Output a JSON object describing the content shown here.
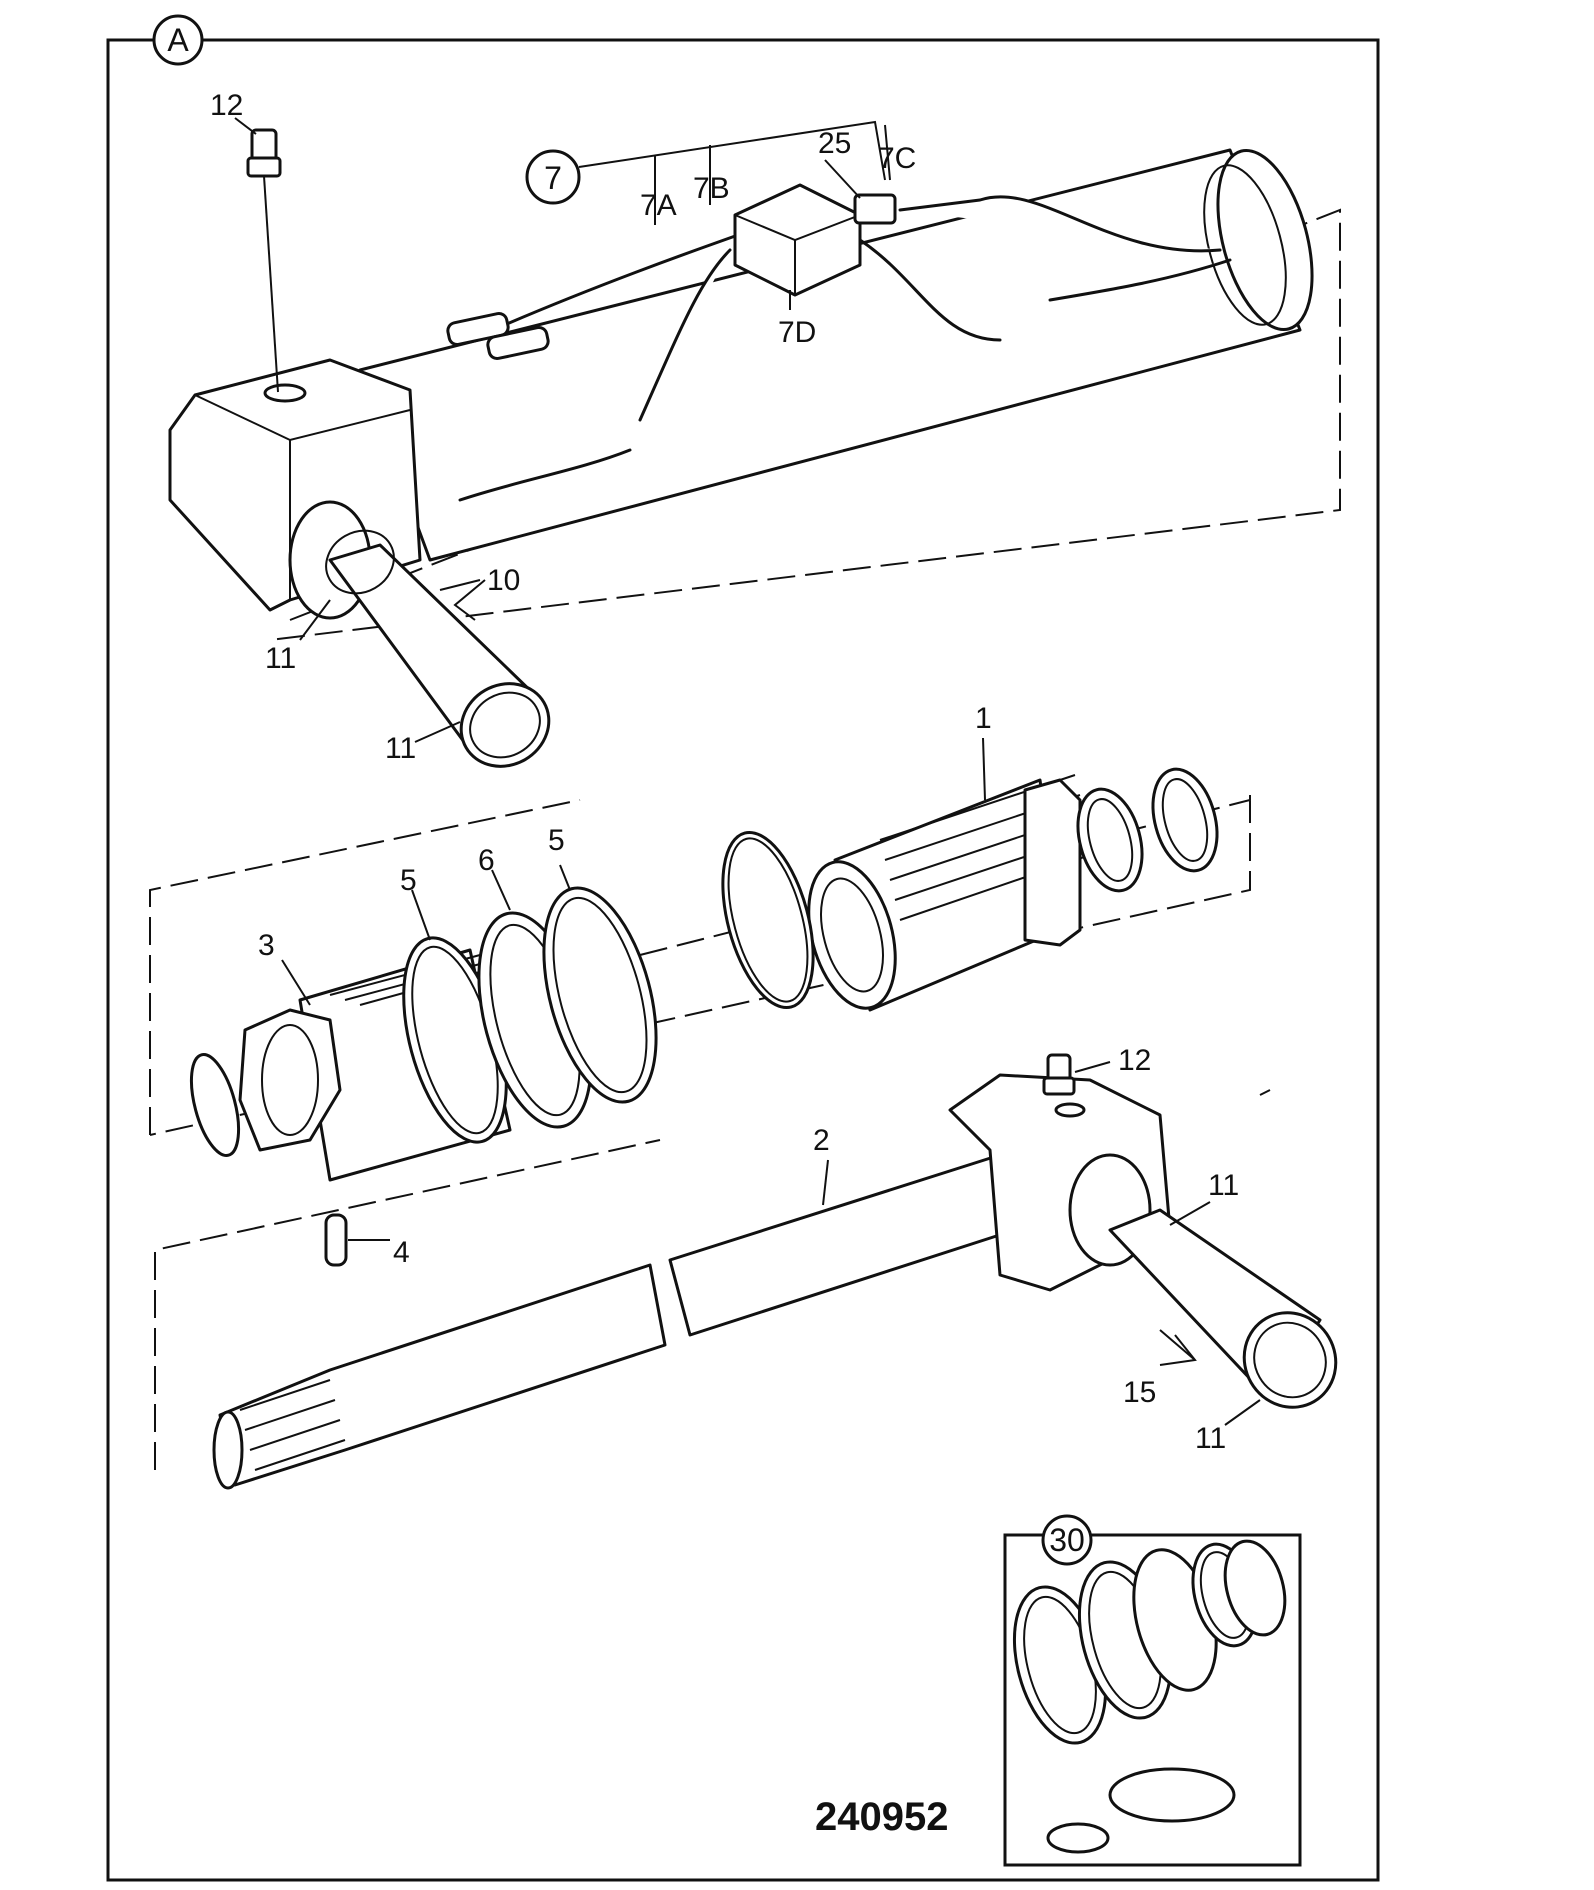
{
  "figure_number": "240952",
  "view_label": "A",
  "callouts": {
    "c1": "1",
    "c2": "2",
    "c3": "3",
    "c4": "4",
    "c5a": "5",
    "c5b": "5",
    "c6": "6",
    "c7": "7",
    "c7A": "7A",
    "c7B": "7B",
    "c7C": "7C",
    "c7D": "7D",
    "c10": "10",
    "c11a": "11",
    "c11b": "11",
    "c11c": "11",
    "c11d": "11",
    "c12a": "12",
    "c12b": "12",
    "c15": "15",
    "c25": "25",
    "c30": "30"
  }
}
